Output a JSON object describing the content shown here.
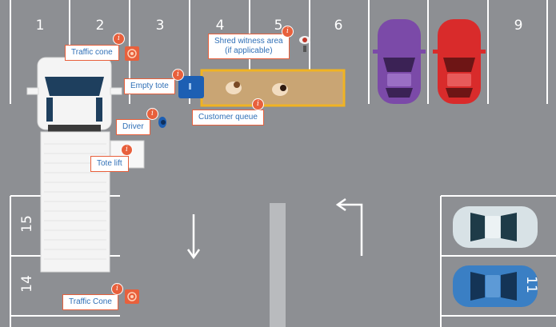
{
  "spaces": {
    "s1": "1",
    "s2": "2",
    "s3": "3",
    "s4": "4",
    "s5": "5",
    "s6": "6",
    "s9": "9",
    "s15": "15",
    "s14": "14",
    "s11": "11"
  },
  "callouts": {
    "traffic_cone_top": "Traffic cone",
    "empty_tote": "Empty tote",
    "shred_witness_line1": "Shred witness area",
    "shred_witness_line2": "(if applicable)",
    "customer_queue": "Customer queue",
    "driver": "Driver",
    "tote_lift": "Tote lift",
    "traffic_cone_bottom": "Traffic Cone"
  },
  "info_glyph": "i",
  "colors": {
    "asphalt": "#8d8f93",
    "marking": "#ffffff",
    "witness_area": "#c9a574",
    "witness_border": "#f0b323",
    "accent": "#e8603c",
    "label_text": "#2f6fb6",
    "car_purple": "#7b4aa8",
    "car_red": "#d92b2b",
    "car_white": "#d8e2e6",
    "car_blue": "#3a7fc4",
    "tote_blue": "#1d5fb3",
    "cone": "#e8603c"
  }
}
